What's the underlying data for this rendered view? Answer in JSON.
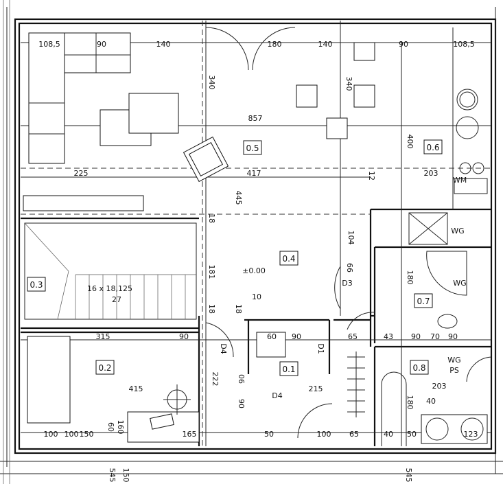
{
  "rooms": [
    {
      "id": "0.5"
    },
    {
      "id": "0.6"
    },
    {
      "id": "0.4"
    },
    {
      "id": "0.3"
    },
    {
      "id": "0.7"
    },
    {
      "id": "0.2"
    },
    {
      "id": "0.1"
    },
    {
      "id": "0.8"
    }
  ],
  "doors": {
    "d3": "D3",
    "d4": "D4",
    "d1": "D1",
    "d4b": "D4"
  },
  "stairs": {
    "steps": "16 x 18,125",
    "rise": "27"
  },
  "level": "±0.00",
  "fixtures": {
    "wm": "WM",
    "wg1": "WG",
    "wg2": "WG",
    "wg3": "WG",
    "ps": "PS"
  },
  "dimensions": {
    "top": [
      "108,5",
      "90",
      "140",
      "180",
      "140",
      "90",
      "108,5"
    ],
    "h340a": "340",
    "h340b": "340",
    "span857": "857",
    "h225": "225",
    "h417": "417",
    "h203a": "203",
    "v400": "400",
    "v445": "445",
    "v104": "104",
    "v12": "12",
    "v181a": "181",
    "v181b": "18",
    "v180a": "180",
    "v66": "66",
    "h10": "10",
    "v18a": "18",
    "v18b": "18",
    "mid": [
      "315",
      "90",
      "60",
      "90",
      "65",
      "43",
      "90",
      "70",
      "90"
    ],
    "h415": "415",
    "h215": "215",
    "h203b": "203",
    "h40": "40",
    "v222": "222",
    "v06": "06",
    "v90": "90",
    "v180b": "180",
    "v160": "160",
    "v60": "60",
    "bottom": [
      "100",
      "150",
      "100",
      "165",
      "50",
      "100",
      "65",
      "40",
      "50",
      "123"
    ],
    "outside": [
      "545",
      "150",
      "545"
    ]
  }
}
